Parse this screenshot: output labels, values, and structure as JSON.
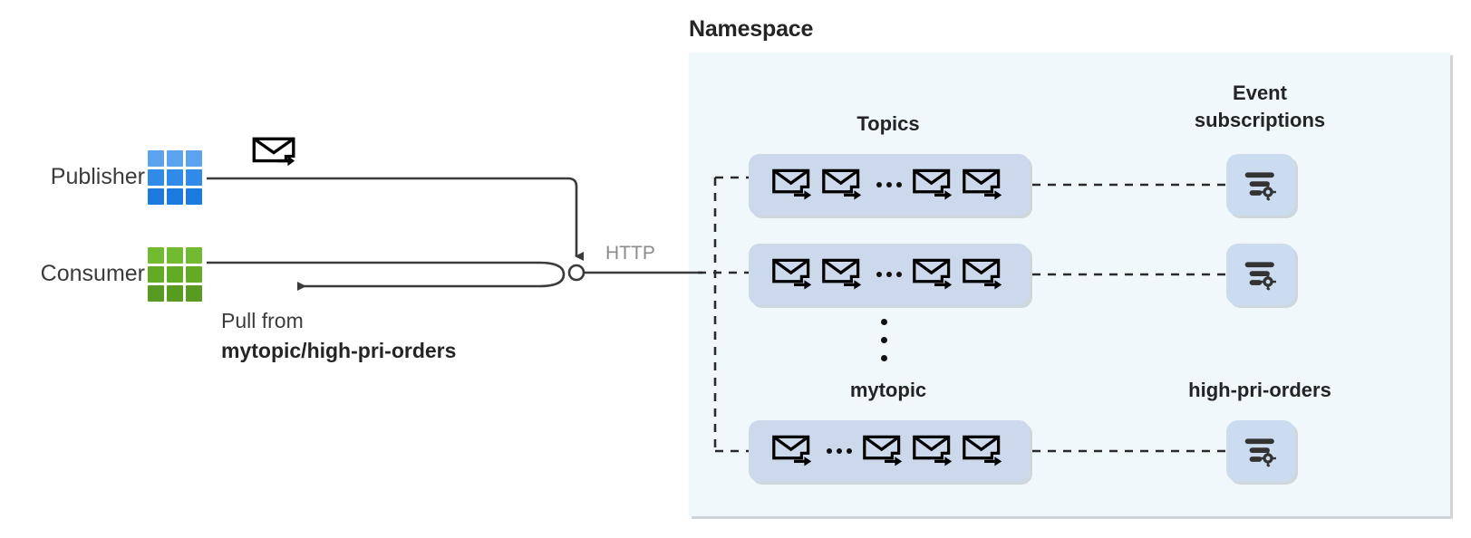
{
  "namespace": {
    "title": "Namespace",
    "panel_bg": "#f0f8fc"
  },
  "headings": {
    "topics": "Topics",
    "event_subscriptions": "Event\nsubscriptions"
  },
  "labels": {
    "publisher": "Publisher",
    "consumer": "Consumer",
    "http": "HTTP",
    "pull_from": "Pull from",
    "pull_target": "mytopic/high-pri-orders",
    "topic_name": "mytopic",
    "subscription_name": "high-pri-orders"
  },
  "icons": {
    "publisher": "grid-3x3-icon",
    "consumer": "grid-3x3-icon",
    "message": "envelope-arrow-icon",
    "subscription": "filter-gear-icon",
    "ellipsis": "ellipsis-icon"
  },
  "colors": {
    "publisher_grid": "#2f8ae8",
    "consumer_grid": "#63ab25",
    "panel": "#f0f8fc",
    "topic_box": "#ccd9ec",
    "subscription_box": "#ccdcf0",
    "connector": "#3b3b3b",
    "http_text": "#8b8b8b",
    "heading_text": "#242424"
  },
  "topics": [
    {
      "name": "topic-row-1",
      "envelopes_before": 2,
      "envelopes_after": 2,
      "has_ellipsis": true
    },
    {
      "name": "topic-row-2",
      "envelopes_before": 2,
      "envelopes_after": 2,
      "has_ellipsis": true
    },
    {
      "name": "topic-row-3",
      "envelopes_before": 1,
      "envelopes_after": 3,
      "has_ellipsis": true
    }
  ],
  "subscriptions": [
    {
      "name": "subscription-1"
    },
    {
      "name": "subscription-2"
    },
    {
      "name": "subscription-3"
    }
  ]
}
